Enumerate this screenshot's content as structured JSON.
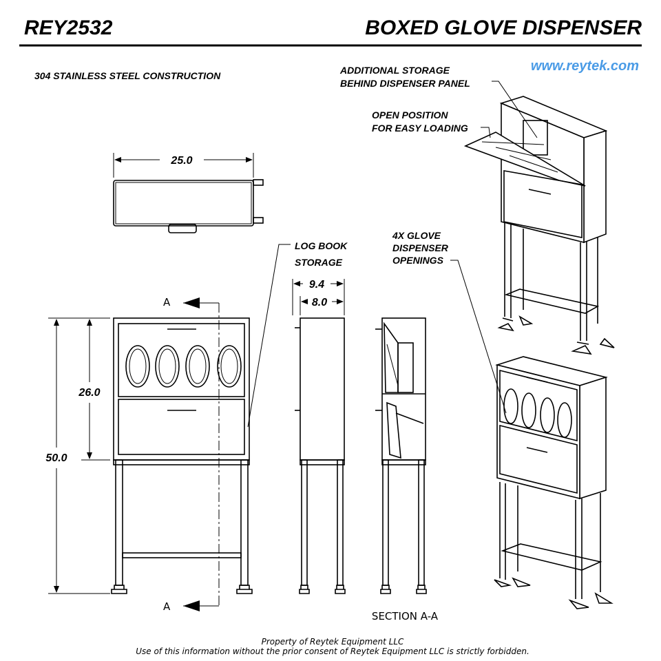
{
  "header": {
    "model": "REY2532",
    "title": "BOXED GLOVE DISPENSER",
    "material_note": "304 STAINLESS STEEL CONSTRUCTION",
    "website": "www.reytek.com"
  },
  "callouts": {
    "additional_storage_1": "ADDITIONAL STORAGE",
    "additional_storage_2": "BEHIND DISPENSER PANEL",
    "open_position_1": "OPEN POSITION",
    "open_position_2": "FOR EASY LOADING",
    "openings_1": "4X GLOVE",
    "openings_2": "DISPENSER",
    "openings_3": "OPENINGS",
    "log_book_1": "LOG BOOK",
    "log_book_2": "STORAGE"
  },
  "dimensions": {
    "width": "25.0",
    "height_total": "50.0",
    "height_cabinet": "26.0",
    "depth_outer": "9.4",
    "depth_inner": "8.0"
  },
  "section": {
    "marker": "A",
    "label": "SECTION A-A"
  },
  "footer": {
    "line1": "Property of Reytek Equipment LLC",
    "line2": "Use of this information without the prior consent of Reytek Equipment LLC is strictly forbidden."
  }
}
